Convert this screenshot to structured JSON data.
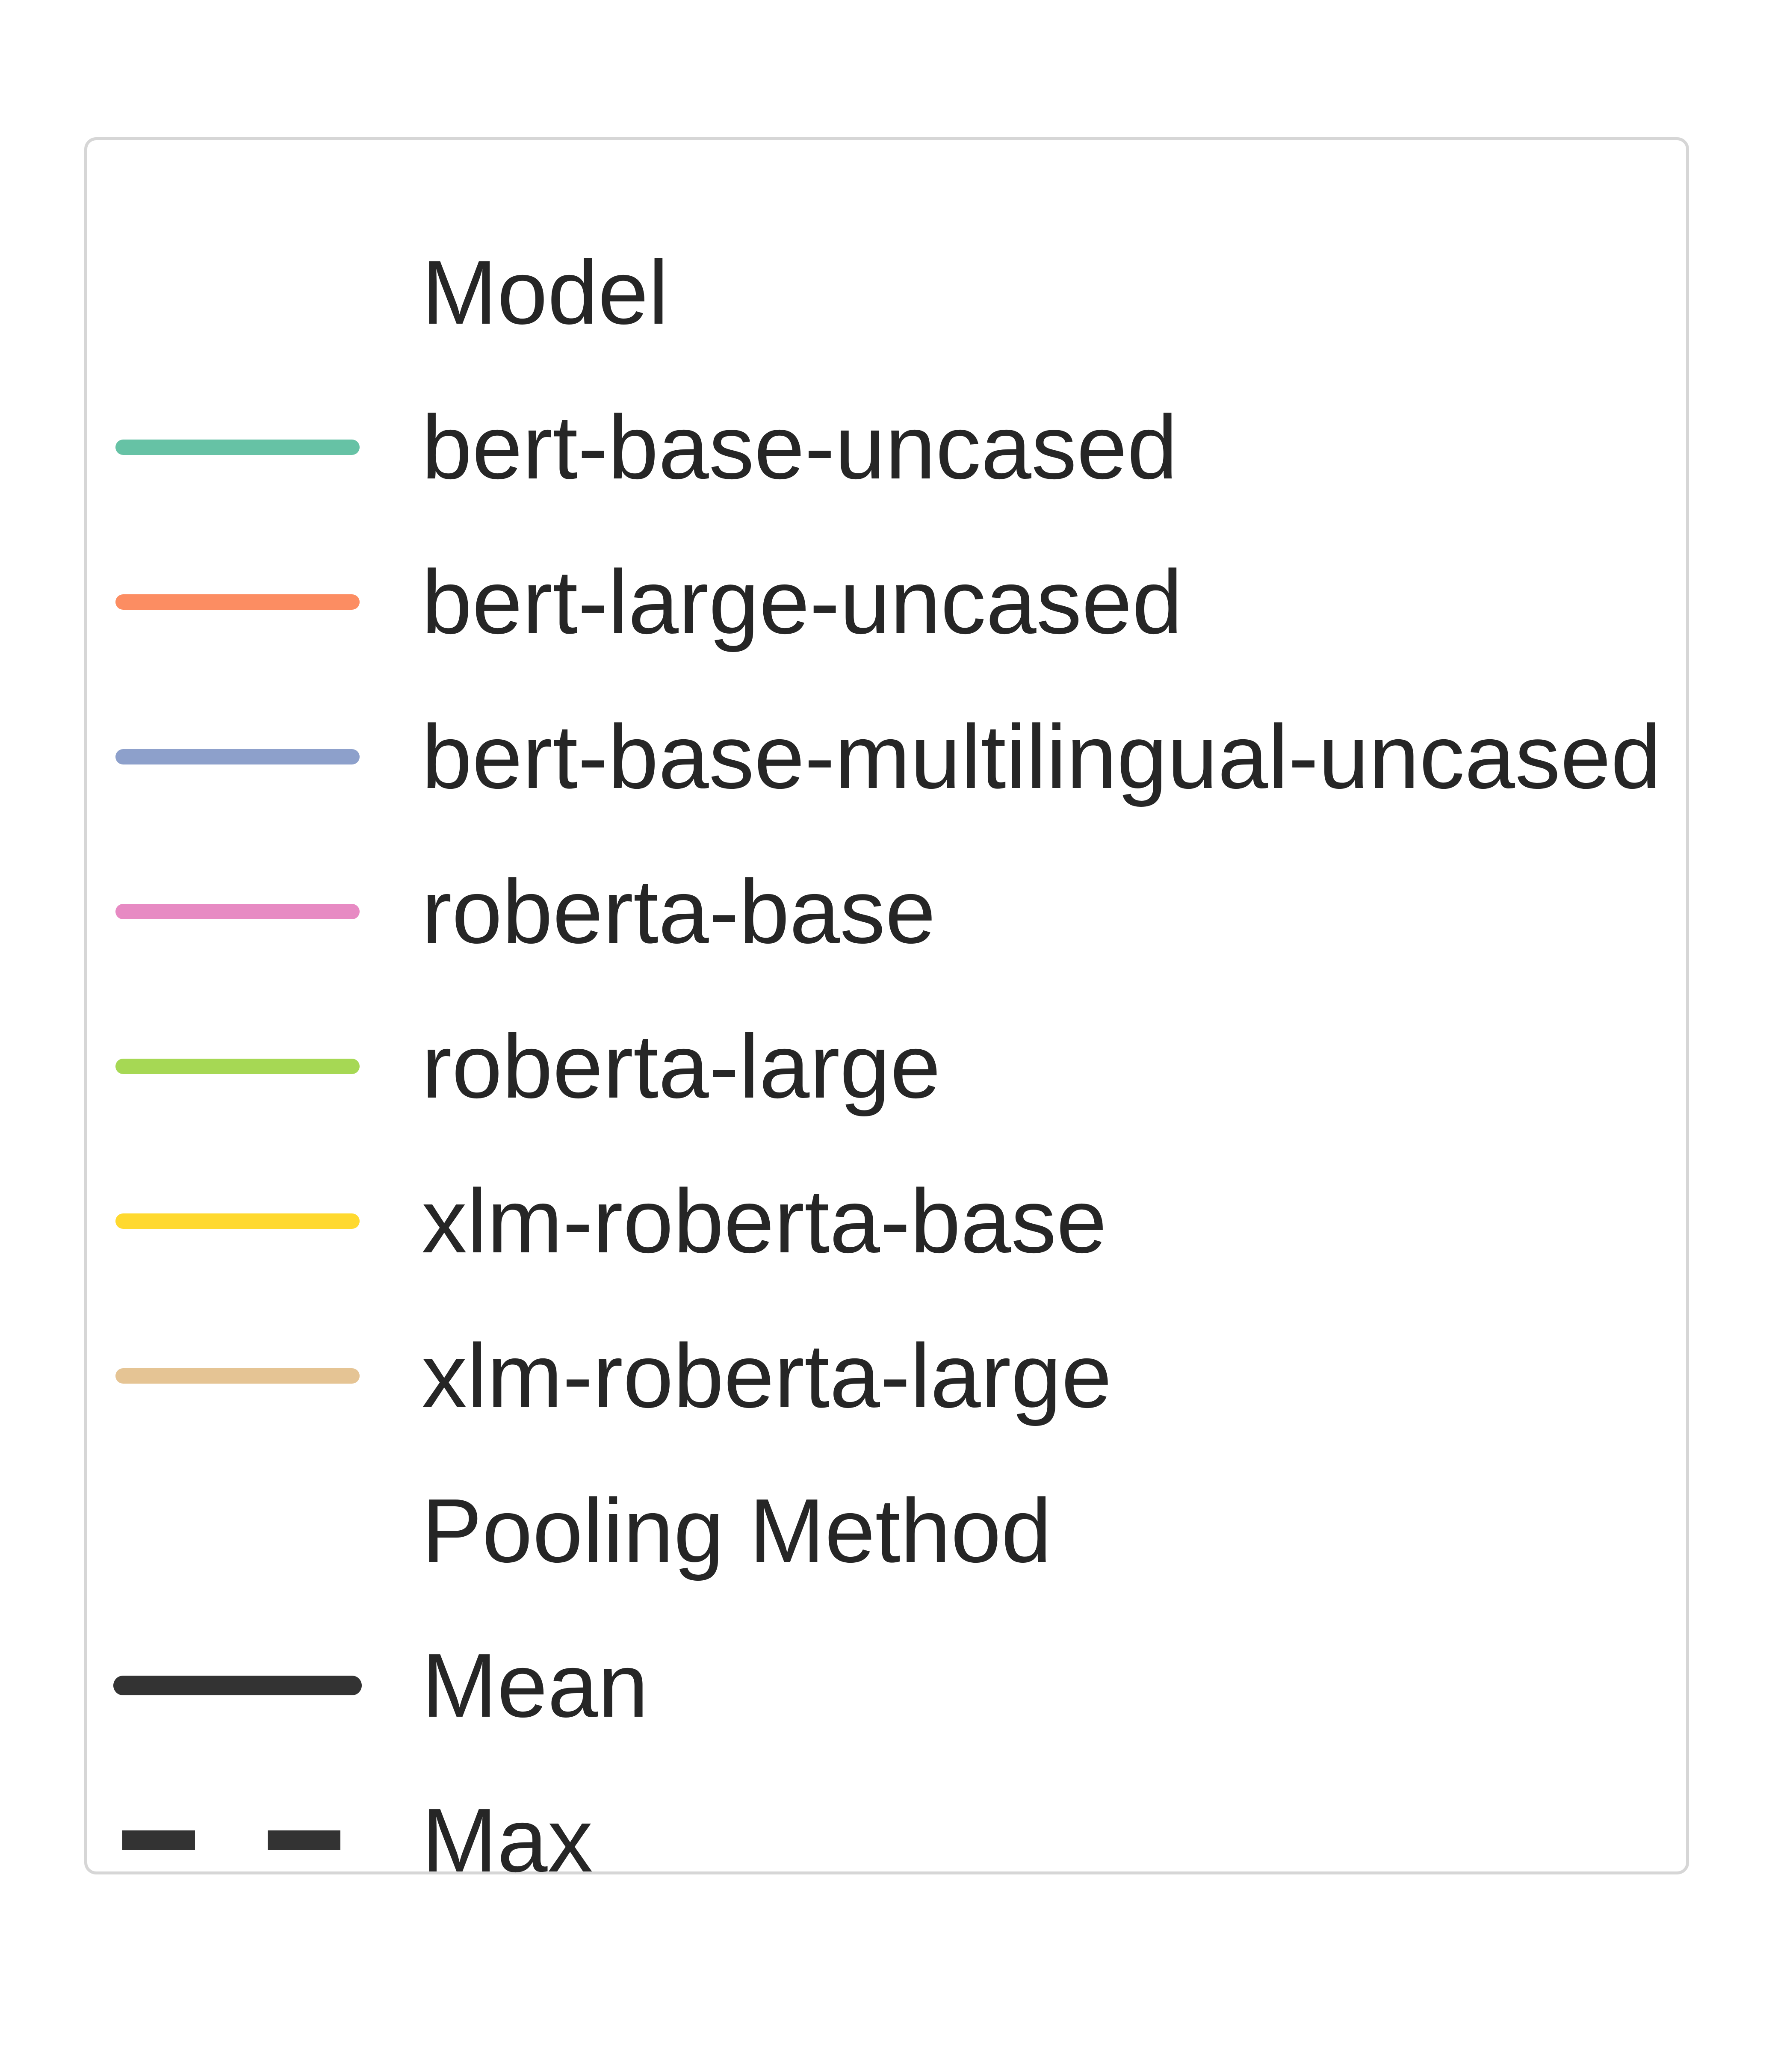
{
  "chart_data": {
    "type": "legend",
    "legend": {
      "sections": [
        {
          "title": "Model",
          "entries": [
            {
              "label": "bert-base-uncased",
              "color": "#66c2a5",
              "linestyle": "solid"
            },
            {
              "label": "bert-large-uncased",
              "color": "#fc8d62",
              "linestyle": "solid"
            },
            {
              "label": "bert-base-multilingual-uncased",
              "color": "#8da0cb",
              "linestyle": "solid"
            },
            {
              "label": "roberta-base",
              "color": "#e78ac3",
              "linestyle": "solid"
            },
            {
              "label": "roberta-large",
              "color": "#a6d854",
              "linestyle": "solid"
            },
            {
              "label": "xlm-roberta-base",
              "color": "#ffd92f",
              "linestyle": "solid"
            },
            {
              "label": "xlm-roberta-large",
              "color": "#e5c494",
              "linestyle": "solid"
            }
          ]
        },
        {
          "title": "Pooling Method",
          "entries": [
            {
              "label": "Mean",
              "color": "#333333",
              "linestyle": "solid"
            },
            {
              "label": "Max",
              "color": "#333333",
              "linestyle": "dashed"
            }
          ]
        }
      ]
    }
  }
}
